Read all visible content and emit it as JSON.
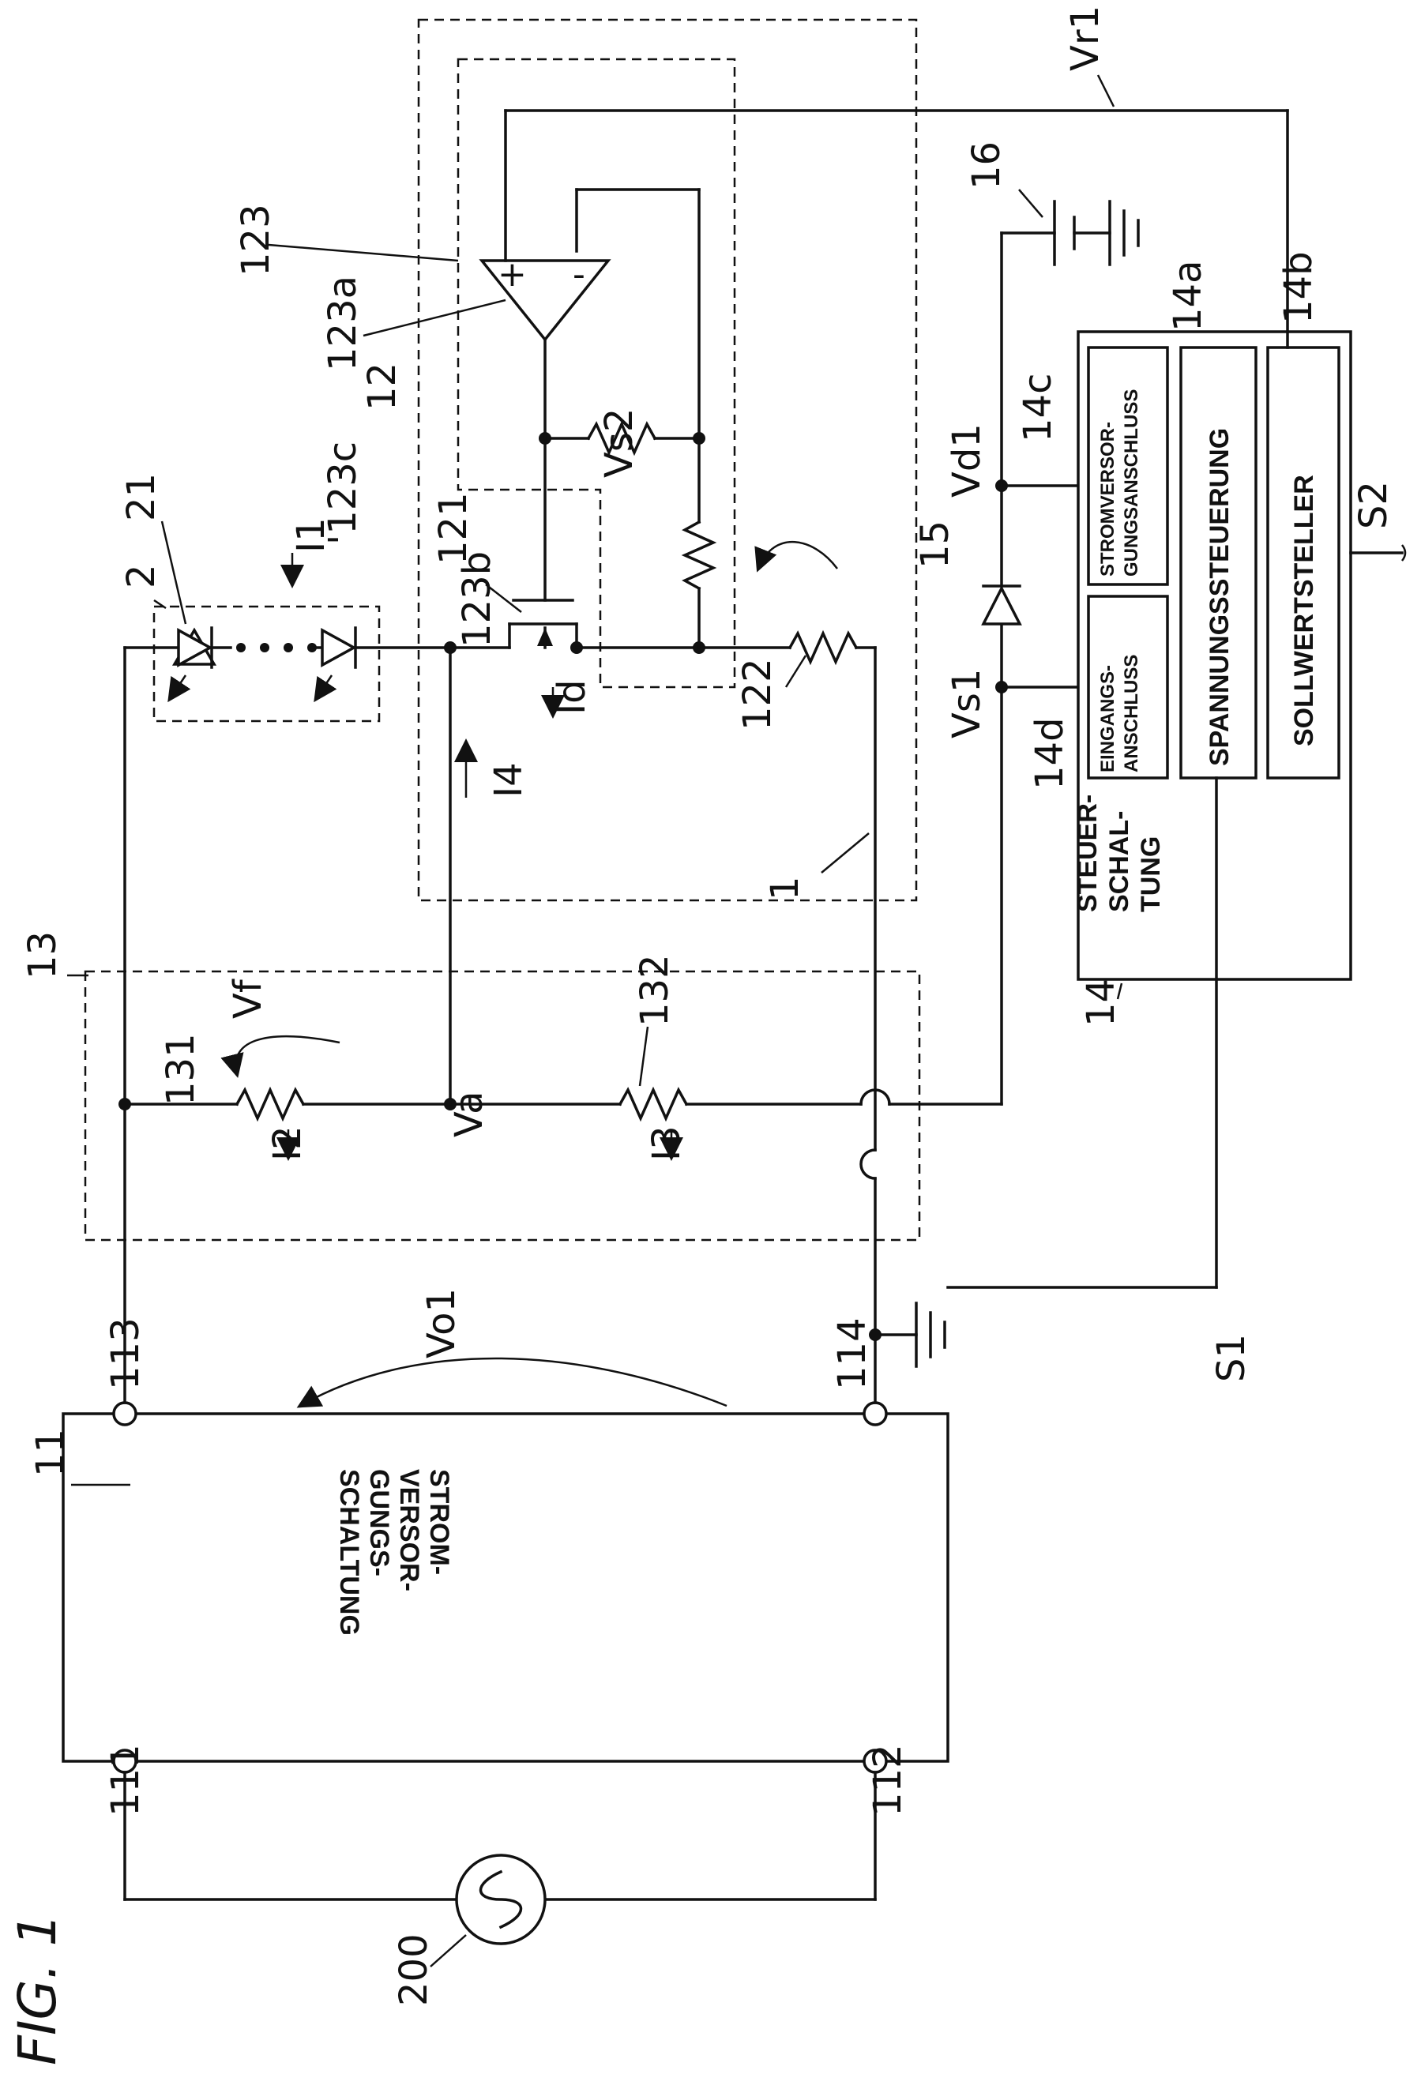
{
  "figure_label": "FIG. 1",
  "blocks": {
    "power_supply": [
      "STROM-",
      "VERSOR-",
      "GUNGS-",
      "SCHALTUNG"
    ],
    "control": [
      "STEUER-",
      "SCHAL-",
      "TUNG"
    ],
    "input_terminal": [
      "EINGANGS-",
      "ANSCHLUSS"
    ],
    "supply_terminal": [
      "STROMVERSOR-",
      "GUNGSANSCHLUSS"
    ],
    "voltage_control": "SPANNUNGSSTEUERUNG",
    "setpoint": "SOLLWERTSTELLER"
  },
  "refs": {
    "r1": "1",
    "r2": "2",
    "r11": "11",
    "r12": "12",
    "r13": "13",
    "r14": "14",
    "r14a": "14a",
    "r14b": "14b",
    "r14c": "14c",
    "r14d": "14d",
    "r15": "15",
    "r16": "16",
    "r21": "21",
    "r111": "111",
    "r112": "112",
    "r113": "113",
    "r114": "114",
    "r121": "121",
    "r122": "122",
    "r123": "123",
    "r123a": "123a",
    "r123b": "123b",
    "r123c": "'123c",
    "r131": "131",
    "r132": "132",
    "r200": "200"
  },
  "signals": {
    "Vo1": "Vo1",
    "Vf": "Vf",
    "Va": "Va",
    "Vs1": "Vs1",
    "Vs2": "Vs2",
    "Vd1": "Vd1",
    "Vr1": "Vr1",
    "I1": "I1",
    "I2": "I2",
    "I3": "I3",
    "I4": "I4",
    "Id": "Id",
    "S1": "S1",
    "S2": "S2"
  },
  "opamp": {
    "plus": "+",
    "minus": "-"
  }
}
